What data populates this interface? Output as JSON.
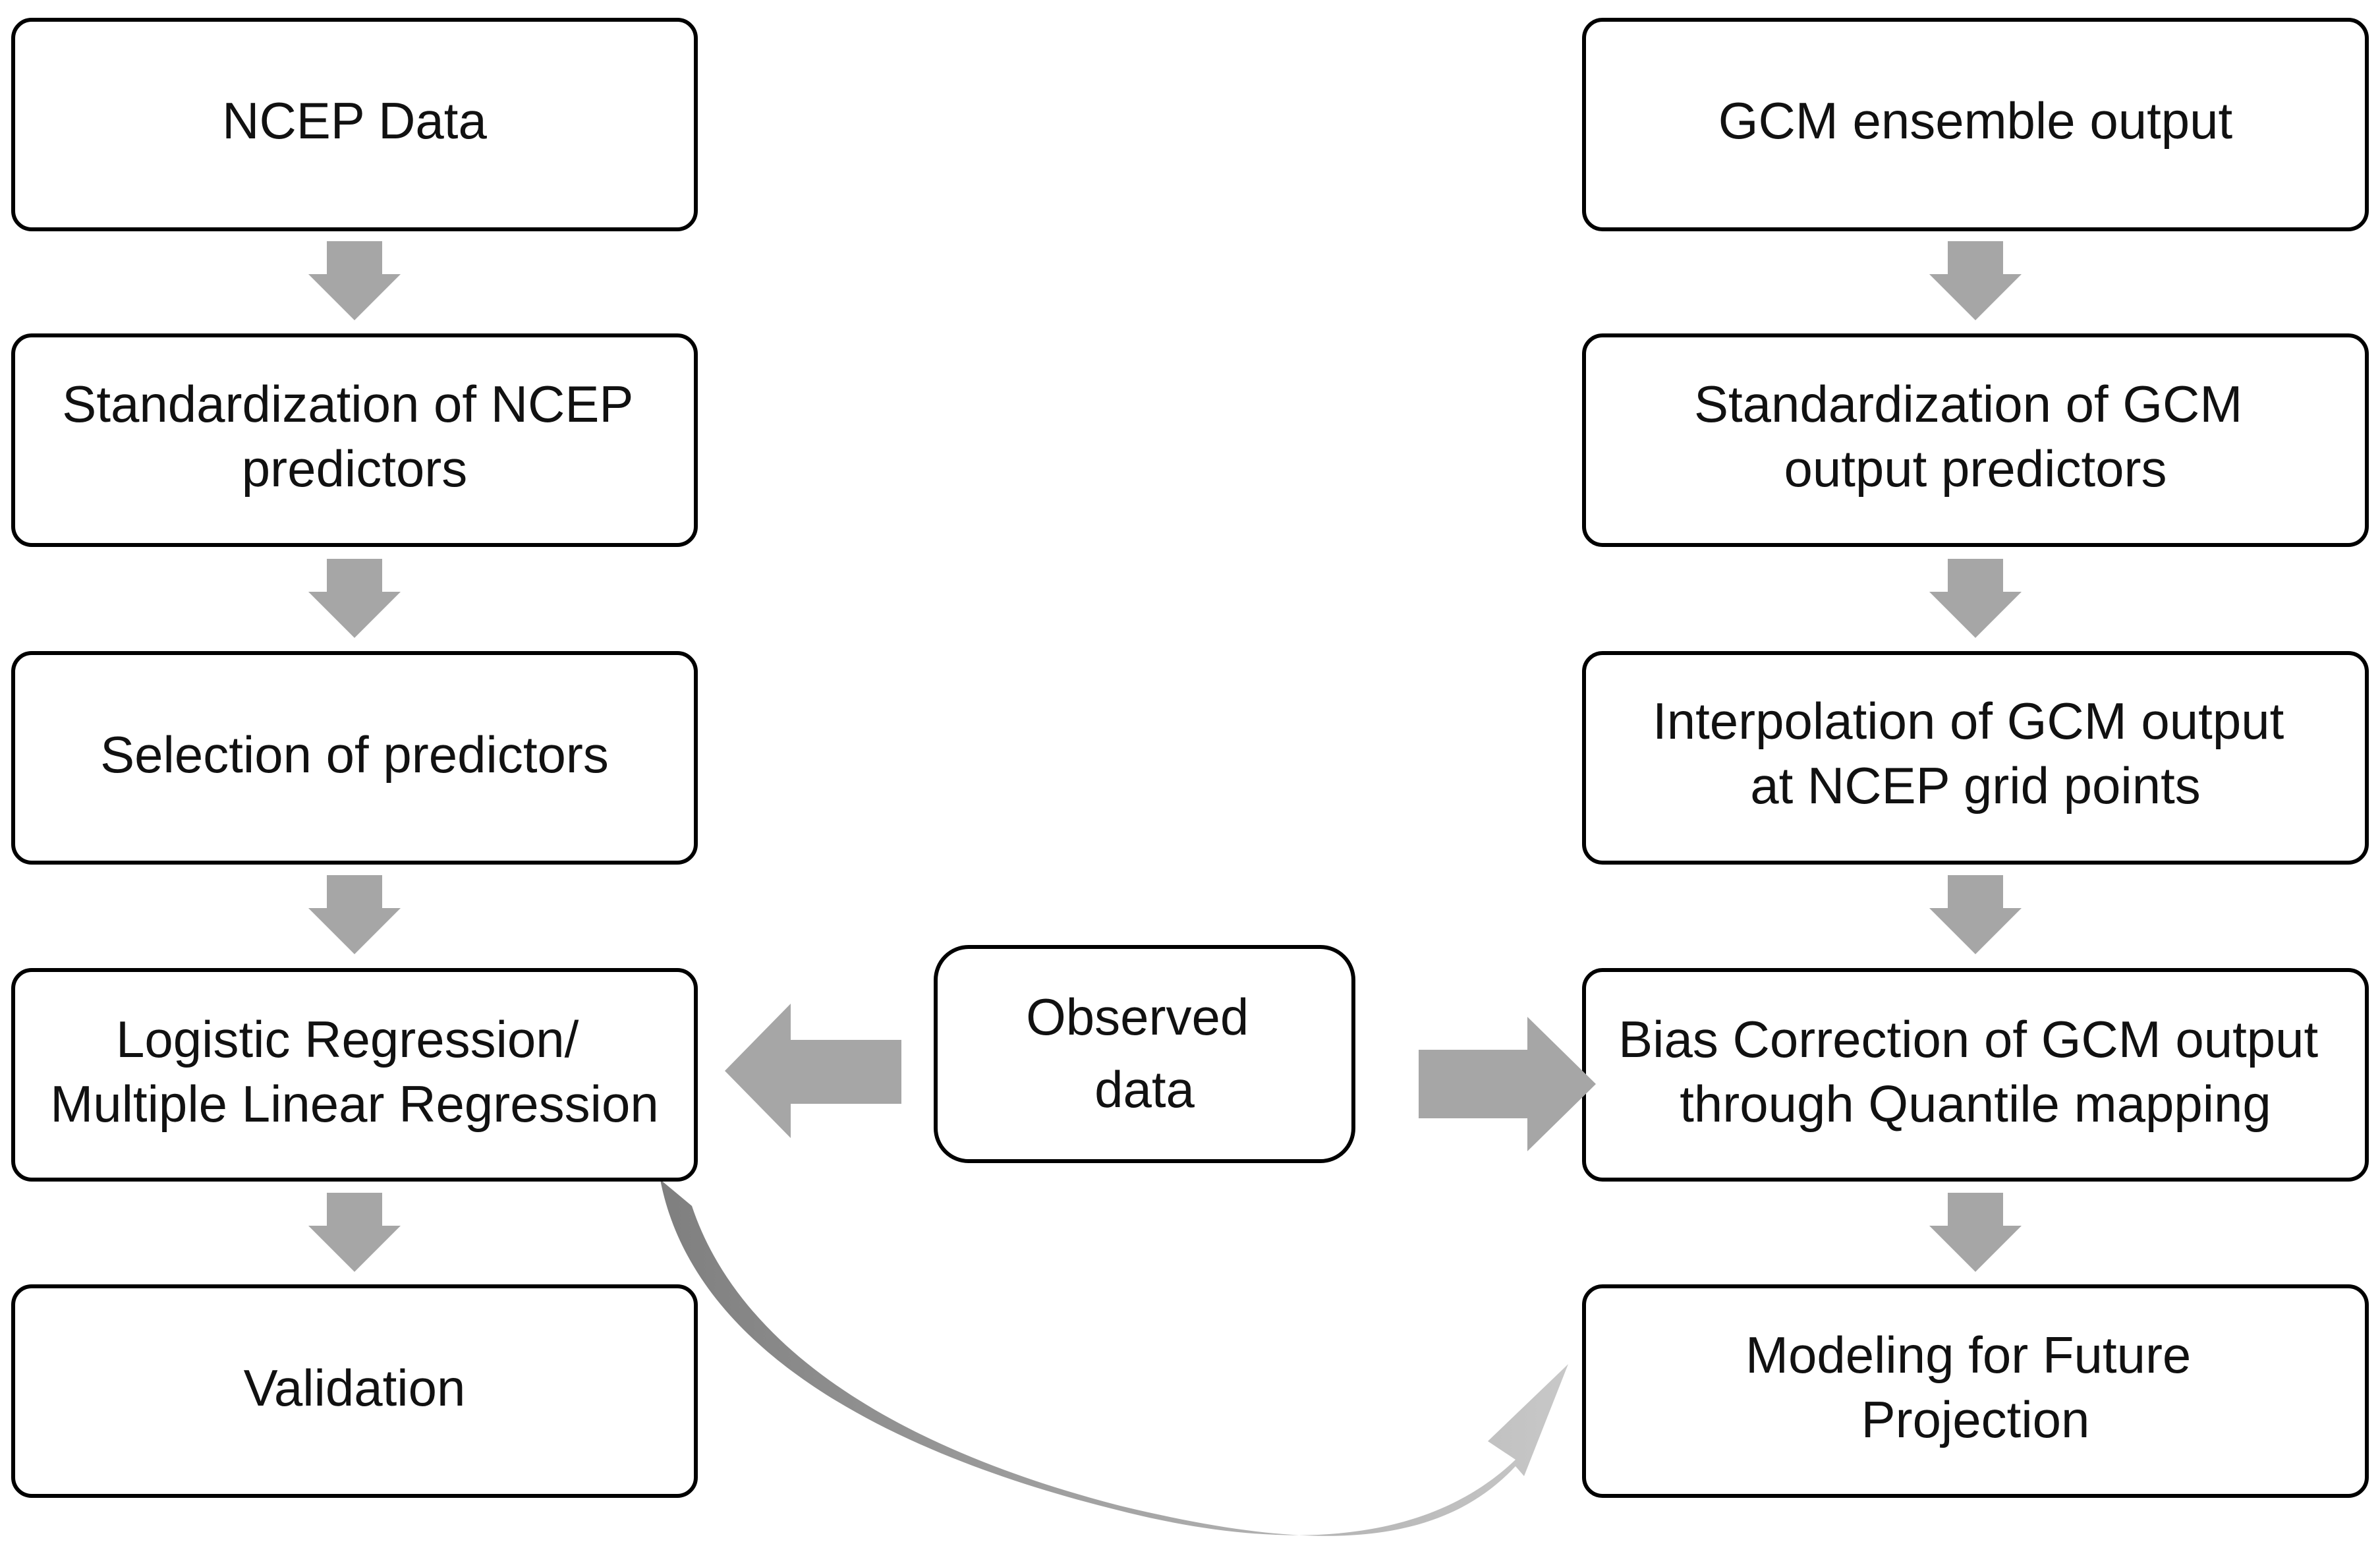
{
  "left_column": [
    {
      "id": "ncep-data",
      "lines": [
        "NCEP Data"
      ]
    },
    {
      "id": "standardization-ncep",
      "lines": [
        "Standardization of NCEP",
        "predictors"
      ]
    },
    {
      "id": "selection-predictors",
      "lines": [
        "Selection of predictors"
      ]
    },
    {
      "id": "regression",
      "lines": [
        "Logistic Regression/",
        "Multiple Linear Regression"
      ]
    },
    {
      "id": "validation",
      "lines": [
        "Validation"
      ]
    }
  ],
  "right_column": [
    {
      "id": "gcm-ensemble",
      "lines": [
        "GCM ensemble output"
      ]
    },
    {
      "id": "standardization-gcm",
      "lines": [
        "Standardization of GCM",
        "output predictors"
      ]
    },
    {
      "id": "interpolation-gcm",
      "lines": [
        "Interpolation of GCM output",
        "at NCEP grid points"
      ]
    },
    {
      "id": "bias-correction",
      "lines": [
        "Bias Correction of GCM output",
        "through Quantile mapping"
      ]
    },
    {
      "id": "future-projection",
      "lines": [
        "Modeling for Future",
        "Projection"
      ]
    }
  ],
  "center": {
    "id": "observed-data",
    "lines": [
      "Observed",
      "data"
    ]
  },
  "colors": {
    "arrow": "#a6a6a6",
    "curve_dark": "#7f7f7f",
    "curve_light": "#c8c8c8",
    "box_border": "#000000",
    "text": "#111111"
  }
}
